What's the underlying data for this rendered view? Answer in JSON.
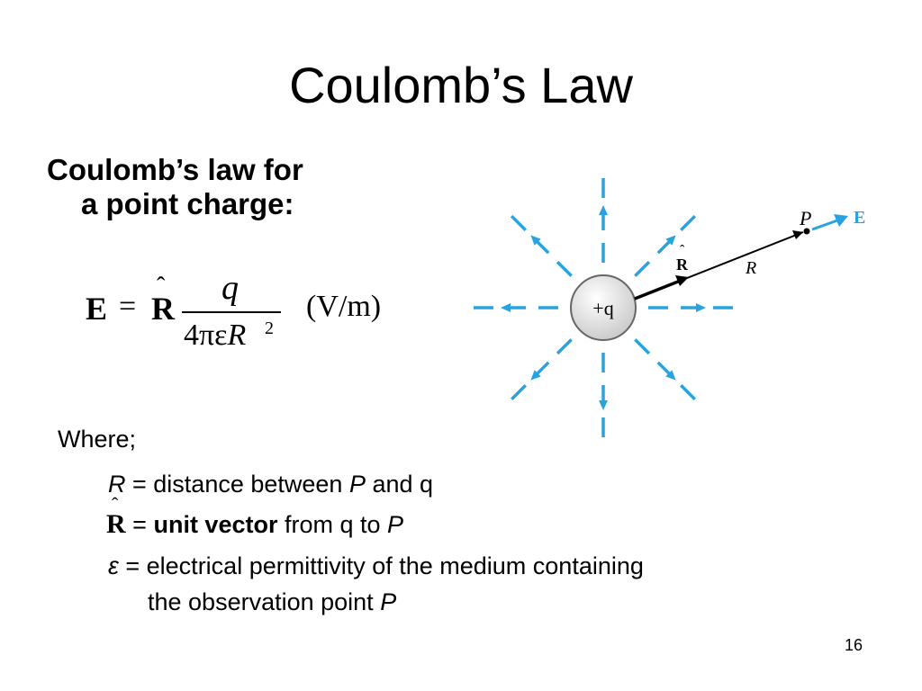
{
  "slide": {
    "title": "Coulomb’s Law",
    "subtitle_line1": "Coulomb’s law for",
    "subtitle_line2": "a point charge:",
    "page_number": "16"
  },
  "formula": {
    "lhs": "E",
    "equals": "=",
    "unit_vector": "R",
    "hat": "ˆ",
    "numerator": "q",
    "denominator_prefix": "4πε",
    "denominator_var": "R",
    "exponent": "2",
    "unit": "(V/m)"
  },
  "definitions": {
    "where_label": "Where;",
    "r_symbol": "R",
    "r_equals": " = ",
    "r_text": "distance between ",
    "r_p": "P",
    "r_tail": " and q",
    "rhat_symbol": "R",
    "rhat_hat": "ˆ",
    "rhat_equals": " = ",
    "rhat_bold": "unit vector",
    "rhat_text": " from q to ",
    "rhat_p": "P",
    "eps_symbol": "ε",
    "eps_equals": " = ",
    "eps_text": "electrical permittivity of the medium containing",
    "eps_line2": "the observation point ",
    "eps_p": "P"
  },
  "diagram": {
    "charge_label": "+q",
    "point_label": "P",
    "field_label": "E",
    "distance_label": "R",
    "unit_vector_label": "R",
    "unit_vector_hat": "ˆ",
    "field_color": "#29a3e0",
    "charge_fill": "#d8d8d8"
  }
}
